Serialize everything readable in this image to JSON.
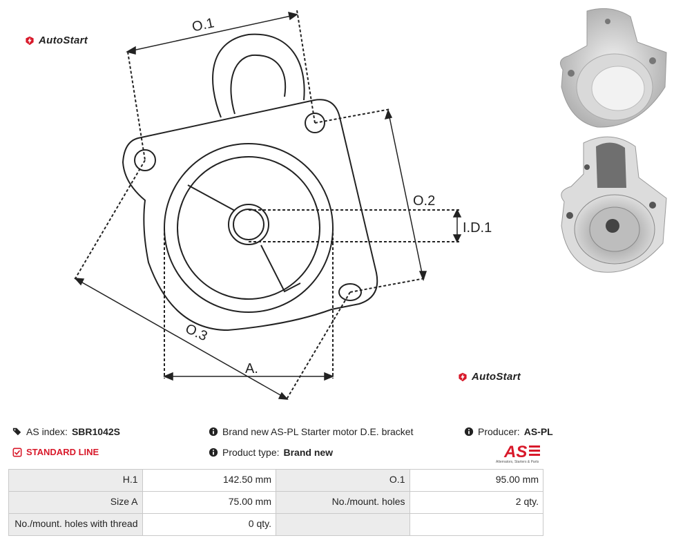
{
  "brand": {
    "name": "AutoStart"
  },
  "drawing": {
    "labels": {
      "o1": "O.1",
      "o2": "O.2",
      "o3": "O.3",
      "id1": "I.D.1",
      "a": "A."
    }
  },
  "product": {
    "as_index_label": "AS index:",
    "as_index_value": "SBR1042S",
    "line": "STANDARD LINE",
    "description": "Brand new AS-PL Starter motor D.E. bracket",
    "product_type_label": "Product type:",
    "product_type_value": "Brand new",
    "producer_label": "Producer:",
    "producer_value": "AS-PL",
    "producer_logo_text": "AS",
    "producer_logo_tagline": "Alternators, Starters & Parts"
  },
  "specs": [
    {
      "k1": "H.1",
      "v1": "142.50 mm",
      "k2": "O.1",
      "v2": "95.00 mm"
    },
    {
      "k1": "Size A",
      "v1": "75.00 mm",
      "k2": "No./mount. holes",
      "v2": "2 qty."
    },
    {
      "k1": "No./mount. holes with thread",
      "v1": "0 qty.",
      "k2": "",
      "v2": ""
    }
  ],
  "colors": {
    "accent_red": "#d8192a",
    "table_key_bg": "#ececec",
    "table_border": "#c9c9c9"
  }
}
